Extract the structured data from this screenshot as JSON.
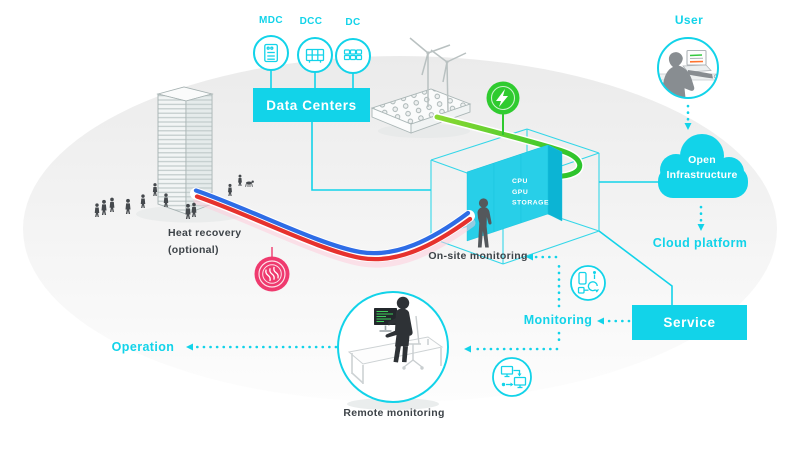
{
  "title": "Data center heat recovery and monitoring infrastructure diagram",
  "colors": {
    "accent_cyan": "#12d3e9",
    "energy_green": "#2fc92f",
    "pipe_red": "#e6322e",
    "pipe_blue": "#2e6ce6",
    "heat_pink": "#ef3a6e",
    "text_dark": "#3d4348"
  },
  "data_center_types": [
    {
      "label": "MDC",
      "icon": "server-cabinet-icon"
    },
    {
      "label": "DCC",
      "icon": "server-rack-icon"
    },
    {
      "label": "DC",
      "icon": "server-modules-icon"
    }
  ],
  "nodes": {
    "data_centers": "Data Centers",
    "user": "User",
    "open_infrastructure": {
      "line1": "Open",
      "line2": "Infrastructure"
    },
    "cloud_platform": "Cloud platform",
    "service": "Service",
    "monitoring": "Monitoring",
    "onsite_monitoring": "On-site monitoring",
    "remote_monitoring": "Remote monitoring",
    "operation": "Operation",
    "heat_recovery": {
      "line1": "Heat recovery",
      "line2": "(optional)"
    }
  },
  "server_stack": {
    "labels": [
      "CPU",
      "GPU",
      "STORAGE"
    ]
  },
  "icons": {
    "energy": "lightning-bolt-icon",
    "heat": "heat-waves-icon",
    "device_sync": "device-sync-icon",
    "network": "network-monitors-icon",
    "user": "user-at-computer-illustration",
    "remote": "operator-at-desk-illustration",
    "building": "office-tower-illustration",
    "renewables": "wind-turbines-and-solar-panel-illustration"
  }
}
